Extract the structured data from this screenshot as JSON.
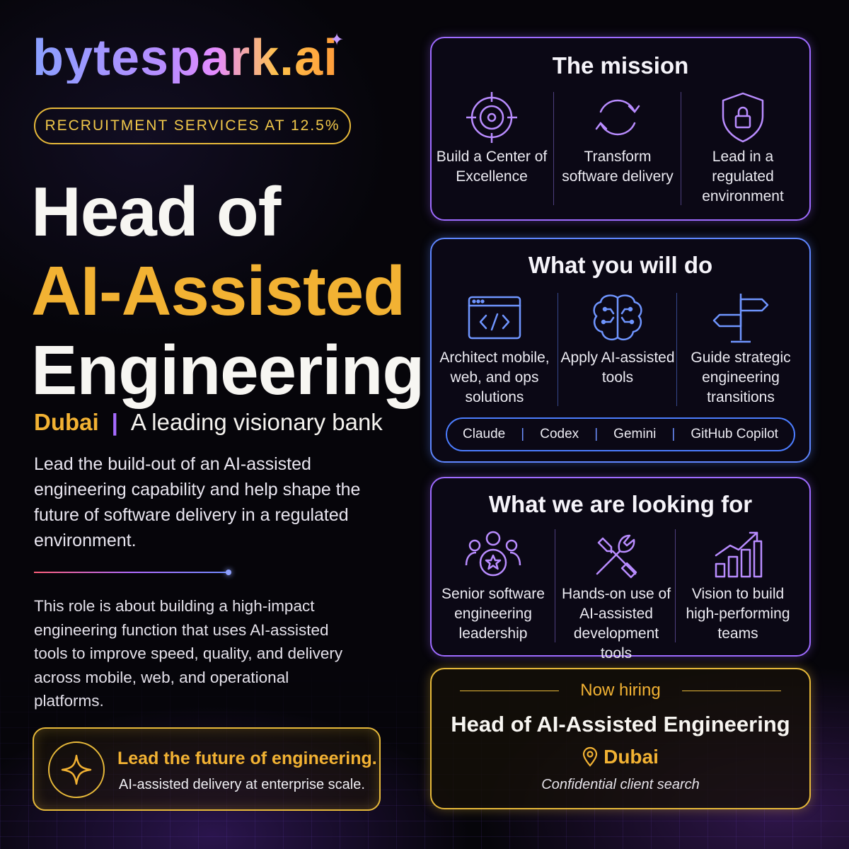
{
  "brand": {
    "logo_text": "bytespark.ai"
  },
  "badge": {
    "label": "RECRUITMENT SERVICES AT 12.5%"
  },
  "headline": {
    "line1": "Head of",
    "line2": "AI-Assisted",
    "line3": "Engineering"
  },
  "location": {
    "city": "Dubai",
    "separator": "|",
    "client": "A leading visionary bank"
  },
  "intro": "Lead the build-out of an AI-assisted engineering capability and help shape the future of software delivery in a regulated environment.",
  "description": "This role is about building a high-impact engineering function that uses AI-assisted tools to improve speed, quality, and delivery across mobile, web, and operational platforms.",
  "cta": {
    "title": "Lead the future of engineering.",
    "subtitle": "AI-assisted delivery at enterprise scale.",
    "icon": "sparkle-icon"
  },
  "mission": {
    "title": "The mission",
    "items": [
      {
        "icon": "target-icon",
        "text": "Build a Center of Excellence"
      },
      {
        "icon": "cycle-arrows-icon",
        "text": "Transform software delivery"
      },
      {
        "icon": "shield-lock-icon",
        "text": "Lead in a regulated environment"
      }
    ]
  },
  "what_you_will_do": {
    "title": "What you will do",
    "items": [
      {
        "icon": "code-window-icon",
        "text": "Architect mobile, web, and ops solutions"
      },
      {
        "icon": "brain-circuit-icon",
        "text": "Apply AI-assisted tools"
      },
      {
        "icon": "signpost-icon",
        "text": "Guide strategic engineering transitions"
      }
    ],
    "tools": [
      "Claude",
      "Codex",
      "Gemini",
      "GitHub Copilot"
    ],
    "tool_separator": "|"
  },
  "looking_for": {
    "title": "What we are looking for",
    "items": [
      {
        "icon": "team-star-icon",
        "text": "Senior software engineering leadership"
      },
      {
        "icon": "tools-icon",
        "text": "Hands-on use of AI-assisted development tools"
      },
      {
        "icon": "growth-chart-icon",
        "text": "Vision to build high-performing teams"
      }
    ]
  },
  "hiring": {
    "kicker": "Now hiring",
    "title": "Head of AI-Assisted Engineering",
    "location": "Dubai",
    "note": "Confidential client search"
  },
  "colors": {
    "gold": "#f2b233",
    "purple": "#9e6bff",
    "blue": "#5f86ff",
    "background": "#06050a"
  }
}
